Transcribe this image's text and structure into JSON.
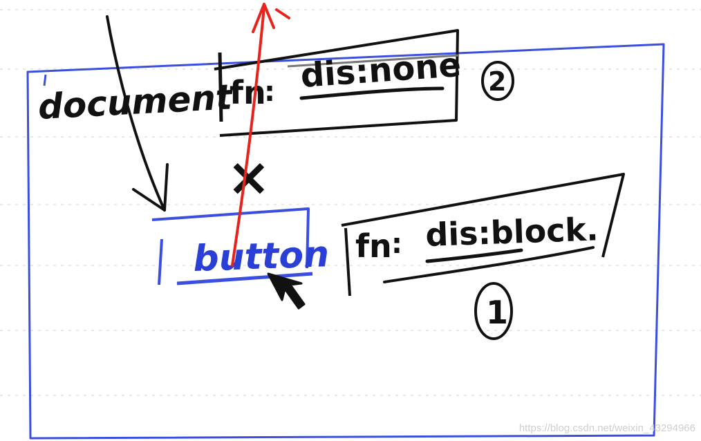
{
  "diagram": {
    "nodes": {
      "document_label": "document",
      "top_handler": {
        "prefix": "fn",
        "text": "dis:none",
        "order": "2"
      },
      "button_label": "button",
      "bottom_handler": {
        "prefix": "fn",
        "text": "dis:block.",
        "order": "1"
      }
    },
    "marks": {
      "blocked": "×"
    }
  },
  "watermark": "https://blog.csdn.net/weixin_43294966",
  "colors": {
    "ink": "#111111",
    "frame_blue": "#3a4fe0",
    "button_blue": "#2a3fd6",
    "arrow_red": "#e8231d",
    "grid_dots": "#e9e9e9",
    "watermark": "#cfcfcf"
  }
}
